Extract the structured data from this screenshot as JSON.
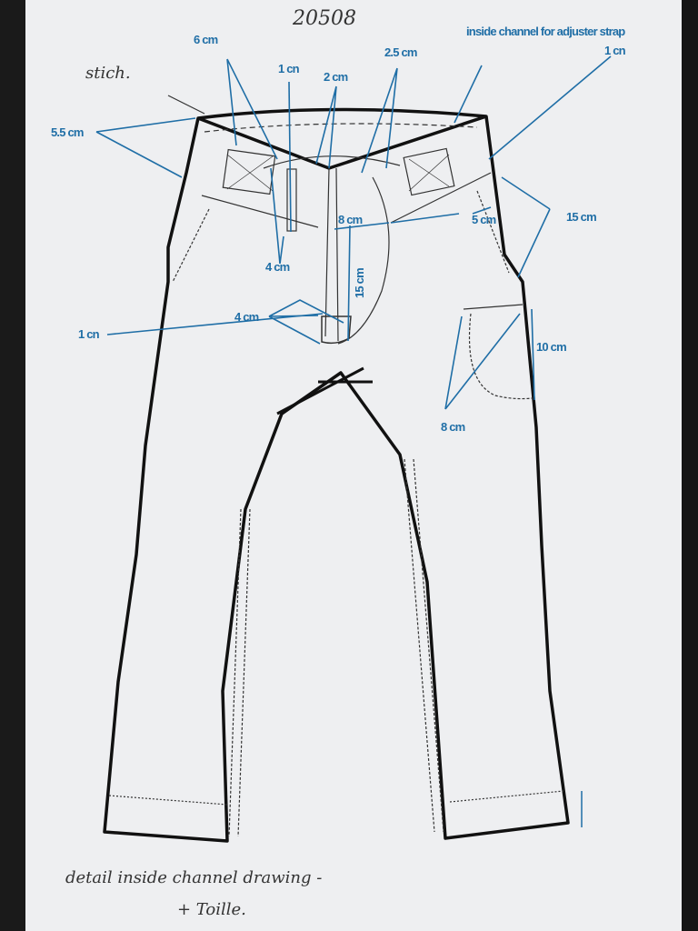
{
  "sheet_number": "20508",
  "notes": {
    "stitch": "stich.",
    "bottom_line1": "detail inside channel drawing -",
    "bottom_line2": "+ Toille."
  },
  "labels": {
    "waistband_height": "6 cm",
    "belt_loop_width": "1 cn",
    "fly_width": "2 cm",
    "button_tab": "2.5 cm",
    "inside_channel": "inside channel for adjuster strap",
    "side_tab": "1 cn",
    "side_panel": "5.5 cm",
    "pocket_square": "4 cm",
    "front_pocket": "8 cm",
    "side_pocket": "5 cm",
    "hip_depth": "15 cm",
    "fly_length": "15 cm",
    "fly_stitch": "1 cn",
    "crotch_tab": "4 cm",
    "thigh_pocket_height": "10 cm",
    "thigh_pocket_width": "8 cm"
  },
  "colors": {
    "annotation": "#1f6ea6",
    "outline": "#111111"
  }
}
